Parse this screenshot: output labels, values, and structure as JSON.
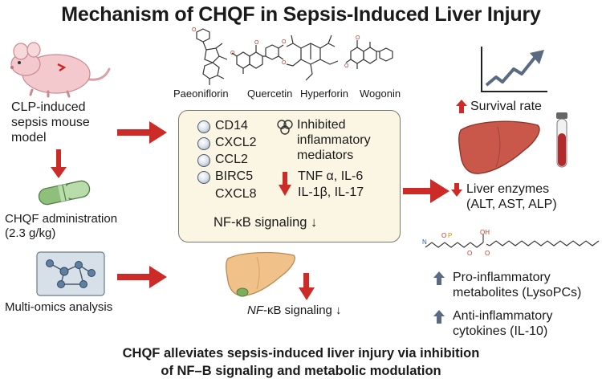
{
  "title": "Mechanism of CHQF in Sepsis-Induced Liver Injury",
  "molecules": [
    "Paeoniflorin",
    "Quercetin",
    "Hyperforin",
    "Wogonin"
  ],
  "left": {
    "model": [
      "CLP-induced",
      "sepsis mouse",
      "model"
    ],
    "administration": [
      "CHQF administration",
      "(2.3 g/kg)"
    ],
    "omics": "Multi-omics analysis"
  },
  "box": {
    "genes": [
      "CD14",
      "CXCL2",
      "CCL2",
      "BIRC5",
      "CXCL8"
    ],
    "mediators_title": [
      "Inhibited",
      "inflammatory",
      "mediators"
    ],
    "cytokines": [
      "TNF α, IL-6",
      "IL-1β, IL-17"
    ],
    "signaling": "NF-κB signaling ↓"
  },
  "liver_bottom": {
    "nf_prefix": "NF",
    "signaling": "-κB signaling ↓"
  },
  "right": {
    "survival": "Survival rate",
    "enzymes": [
      "Liver enzymes",
      "(ALT, AST, ALP)"
    ],
    "pro": [
      "Pro-inflammatory",
      "metabolites (LysoPCs)"
    ],
    "anti": [
      "Anti-inflammatory",
      "cytokines (IL-10)"
    ]
  },
  "footer": [
    "CHQF alleviates sepsis-induced liver injury via inhibition",
    "of NF–B signaling and metabolic modulation"
  ],
  "colors": {
    "arrow_red": "#cc2b27",
    "up_arrow": "#5a6a80",
    "liver": "#c9584a",
    "box_bg": "#fbf6e3"
  }
}
